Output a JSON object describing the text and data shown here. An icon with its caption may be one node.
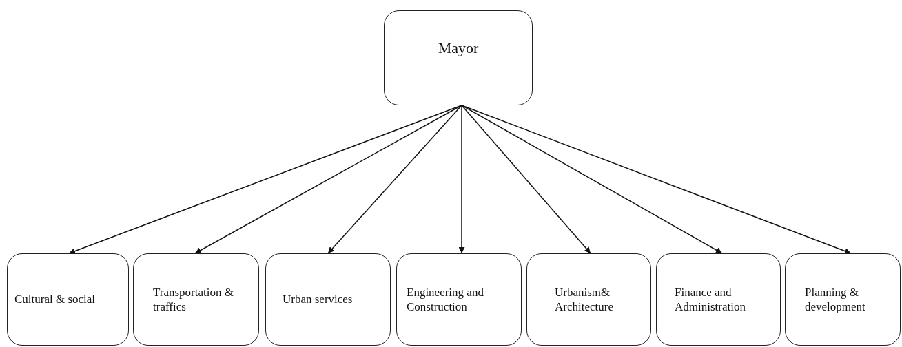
{
  "diagram": {
    "nodes": [
      {
        "text": [
          "Mayor"
        ]
      },
      {
        "text": [
          "Cultural & social"
        ]
      },
      {
        "text": [
          "Transportation & traffics"
        ]
      },
      {
        "text": [
          "Urban services"
        ]
      },
      {
        "text": [
          "Engineering and Construction"
        ]
      },
      {
        "text": [
          "Urbanism& Architecture"
        ]
      },
      {
        "text": [
          "Finance and Administration"
        ]
      },
      {
        "text": [
          "Planning & development"
        ]
      }
    ],
    "edges": [
      {
        "from": 0,
        "to": 1,
        "arrow": "to"
      },
      {
        "from": 0,
        "to": 2,
        "arrow": "to"
      },
      {
        "from": 0,
        "to": 3,
        "arrow": "to"
      },
      {
        "from": 0,
        "to": 4,
        "arrow": "to"
      },
      {
        "from": 0,
        "to": 5,
        "arrow": "to"
      },
      {
        "from": 0,
        "to": 6,
        "arrow": "to"
      },
      {
        "from": 0,
        "to": 7,
        "arrow": "to"
      }
    ]
  }
}
